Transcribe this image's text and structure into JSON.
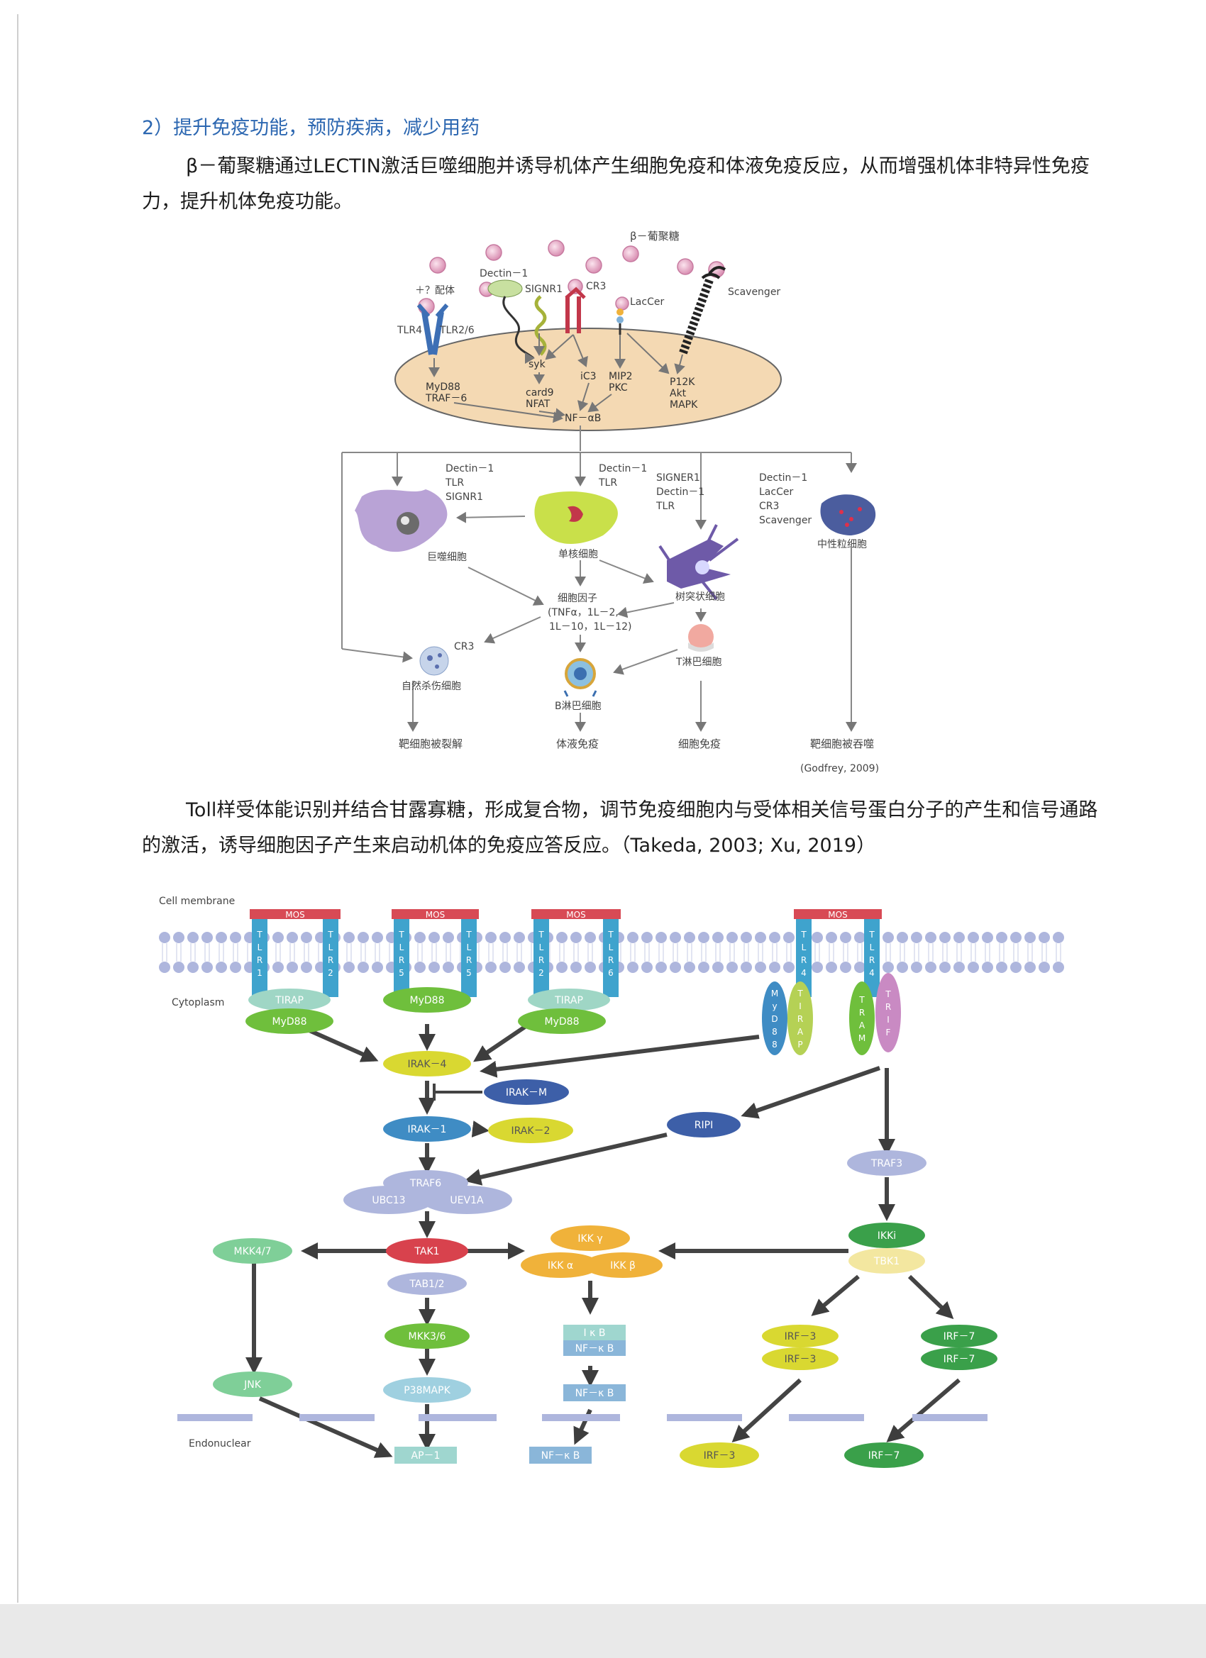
{
  "section": {
    "heading": "2）提升免疫功能，预防疾病，减少用药",
    "para1": "β－葡聚糖通过LECTIN激活巨噬细胞并诱导机体产生细胞免疫和体液免疫反应，从而增强机体非特异性免疫力，提升机体免疫功能。",
    "para2": "Toll样受体能识别并结合甘露寡糖，形成复合物，调节免疫细胞内与受体相关信号蛋白分子的产生和信号通路的激活，诱导细胞因子产生来启动机体的免疫应答反应。（Takeda, 2003; Xu, 2019）"
  },
  "diagram1": {
    "beta_glucan": "β－葡聚糖",
    "ligand": "＋？配体",
    "tlr4": "TLR4",
    "tlr26": "TLR2/6",
    "dectin1": "Dectin－1",
    "signr1": "SIGNR1",
    "cr3": "CR3",
    "lacer": "LacCer",
    "scavenger": "Scavenger",
    "myd88": "MyD88",
    "traf6": "TRAF－6",
    "syk": "syk",
    "card9": "card9",
    "nfat": "NFAT",
    "ic3": "iC3",
    "mip2": "MIP2",
    "pkc": "PKC",
    "p12k": "P12K",
    "akt": "Akt",
    "mapk": "MAPK",
    "nfkb": "NF－αB",
    "rec_macro": [
      "Dectin－1",
      "TLR",
      "SIGNR1"
    ],
    "rec_mono": [
      "Dectin－1",
      "TLR"
    ],
    "rec_dendritic": [
      "SIGNER1",
      "Dectin－1",
      "TLR"
    ],
    "rec_neutro": [
      "Dectin－1",
      "LacCer",
      "CR3",
      "Scavenger"
    ],
    "macrophage": "巨噬细胞",
    "monocyte": "单核细胞",
    "dendritic": "树突状细胞",
    "neutrophil": "中性粒细胞",
    "cytokine_lines": [
      "细胞因子",
      "(TNFα，1L－2,",
      "1L－10，1L－12)"
    ],
    "cr3_nk": "CR3",
    "nk": "自然杀伤细胞",
    "b_cell": "B淋巴细胞",
    "t_cell": "T淋巴细胞",
    "out_lysis": "靶细胞被裂解",
    "out_humoral": "体液免疫",
    "out_cellular": "细胞免疫",
    "out_phago": "靶细胞被吞噬",
    "citation": "(Godfrey, 2009)"
  },
  "diagram2": {
    "cell_membrane": "Cell membrane",
    "cytoplasm": "Cytoplasm",
    "endonuclear": "Endonuclear",
    "mos": "MOS",
    "r1a": "TLR1",
    "r1b": "TLR2",
    "r2a": "TLR5",
    "r2b": "TLR5",
    "r3a": "TLR2",
    "r3b": "TLR6",
    "r4a": "TLR4",
    "r4b": "TLR4",
    "tirap": "TIRAP",
    "myd88": "MyD88",
    "tram": "TRAM",
    "trif": "TRIF",
    "irak4": "IRAK－4",
    "irakm": "IRAK－M",
    "irak1": "IRAK－1",
    "irak2": "IRAK－2",
    "rip1": "RIPI",
    "traf3": "TRAF3",
    "traf6": "TRAF6",
    "ubc13": "UBC13",
    "uev1a": "UEV1A",
    "mkk47": "MKK4/7",
    "tak1": "TAK1",
    "tab12": "TAB1/2",
    "ikkg": "IKK γ",
    "ikka": "IKK α",
    "ikkb": "IKK β",
    "ikki": "IKKi",
    "tbk1": "TBK1",
    "mkk36": "MKK3/6",
    "ikb": "I κ B",
    "nfkb": "NF－κ B",
    "irf3": "IRF－3",
    "irf7": "IRF－7",
    "jnk": "JNK",
    "p38": "P38MAPK",
    "ap1": "AP－1"
  },
  "colors": {
    "heading": "#2c67b1",
    "membrane": "#aeb6dd",
    "receptor": "#3fa3cd",
    "mos": "#d84a55",
    "myd88": "#6fbf3c",
    "tirap": "#9fd6c5",
    "irak_yellow": "#d9d831",
    "irak_blue": "#3f8cc4",
    "irakm": "#3d5fa8",
    "traf_lavender": "#aeb6dd",
    "tak1": "#d8424d",
    "ikk_orange": "#f0b23a",
    "irf7": "#3aa04a",
    "trif": "#c98ac3",
    "nfkb_blue": "#8ab6d9",
    "ap1_teal": "#9fd6cf",
    "mkk47": "#7fcf98",
    "arrow": "#444444"
  }
}
